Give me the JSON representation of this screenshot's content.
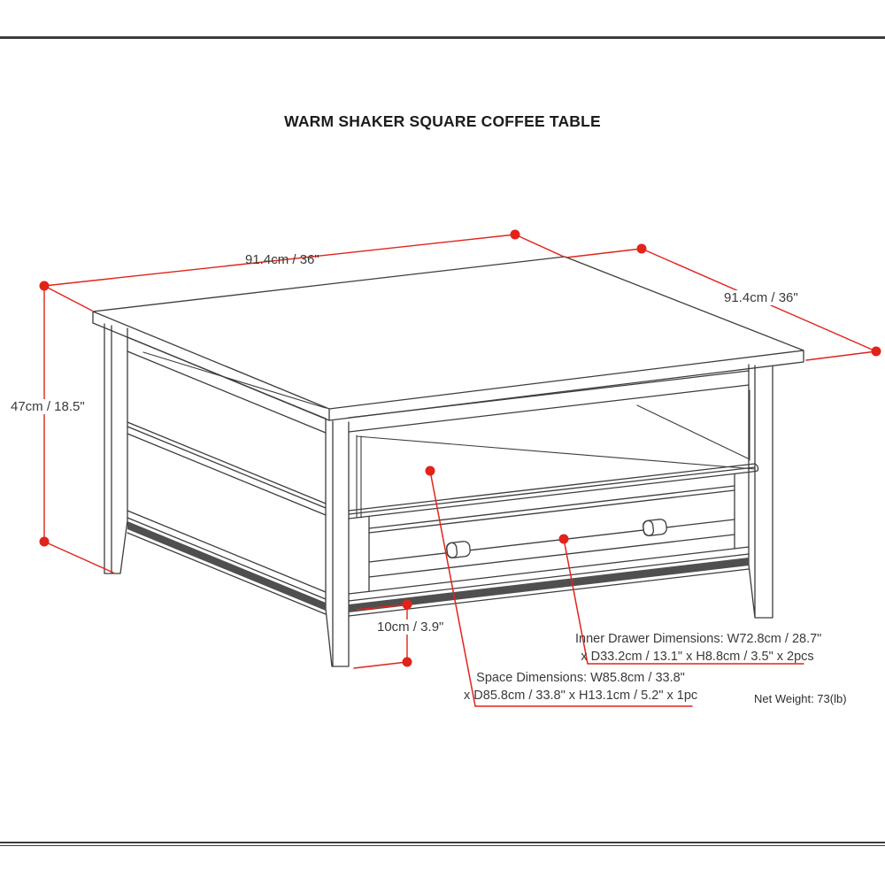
{
  "title": "WARM SHAKER SQUARE COFFEE TABLE",
  "dimension_labels": {
    "top_width": "91.4cm / 36\"",
    "top_depth": "91.4cm / 36\"",
    "overall_height": "47cm / 18.5\"",
    "bottom_rail_height": "10cm / 3.9\""
  },
  "annotations": {
    "inner_drawer_line1": "Inner Drawer Dimensions: W72.8cm / 28.7\"",
    "inner_drawer_line2": "x D33.2cm / 13.1\" x H8.8cm / 3.5\" x 2pcs",
    "space_line1": "Space Dimensions: W85.8cm / 33.8\"",
    "space_line2": "x D85.8cm / 33.8\" x H13.1cm / 5.2\" x 1pc",
    "net_weight": "Net Weight: 73(lb)"
  },
  "colors": {
    "dimension_red": "#e2231a",
    "drawing_line": "#3d3d3d"
  }
}
